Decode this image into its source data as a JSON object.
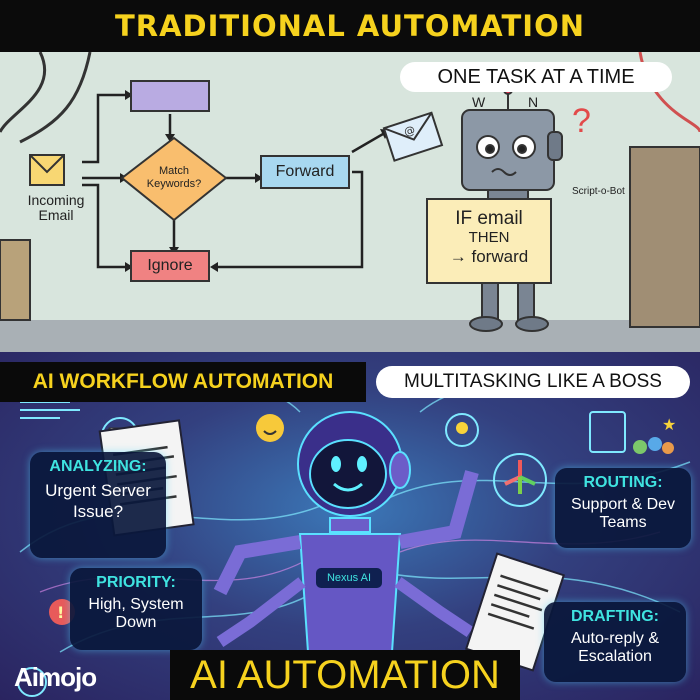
{
  "top": {
    "title": "TRADITIONAL AUTOMATION",
    "speech": "ONE TASK AT A TIME",
    "flow": {
      "start_label": "Incoming Email",
      "decision": "Match Keywords?",
      "forward": "Forward",
      "ignore": "Ignore"
    },
    "robot_name": "Script-o-Bot",
    "sign": [
      "IF email",
      "THEN",
      "→ forward"
    ]
  },
  "bottom": {
    "section_label": "AI WORKFLOW AUTOMATION",
    "speech": "MULTITASKING LIKE A BOSS",
    "robot_name": "Nexus AI",
    "cards": [
      {
        "heading": "ANALYZING:",
        "text": "Urgent Server Issue?"
      },
      {
        "heading": "ROUTING:",
        "text": "Support & Dev Teams"
      },
      {
        "heading": "PRIORITY:",
        "text": "High, System Down"
      },
      {
        "heading": "DRAFTING:",
        "text": "Auto-reply & Escalation"
      }
    ],
    "footer_title": "AI AUTOMATION",
    "logo": "Aimojo"
  },
  "colors": {
    "title_yellow": "#f6d21e",
    "card_heading": "#3fe3e0",
    "forward_box": "#a8d8f0",
    "ignore_box": "#f08282",
    "decision": "#f9be6e",
    "top_box": "#b9abe2"
  }
}
